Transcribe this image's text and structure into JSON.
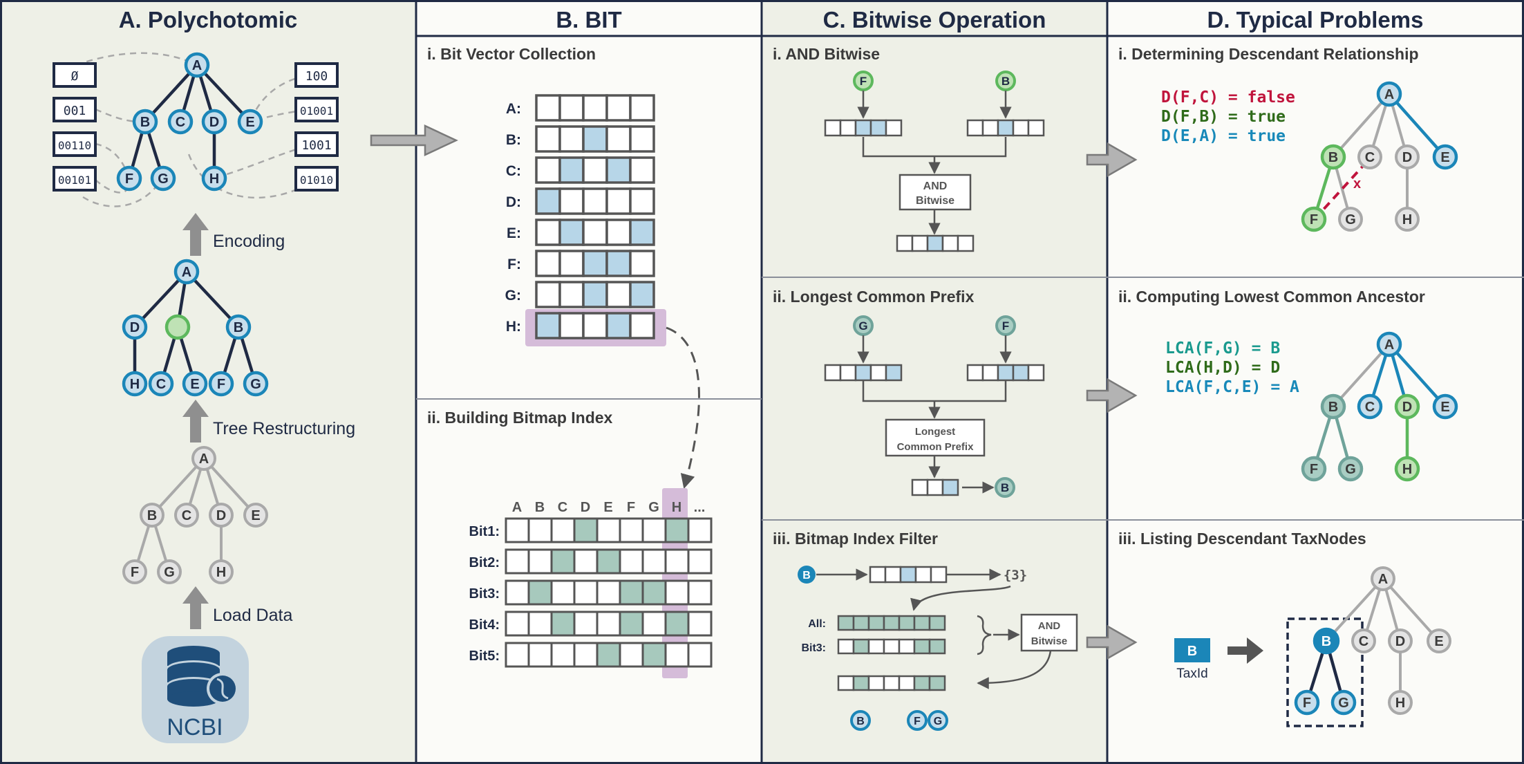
{
  "colors": {
    "panel_bg": "#eef0e7",
    "panel_white": "#fbfbf8",
    "border": "#1f2a44",
    "title": "#1f2a44",
    "blue": "#1b86b8",
    "blue_fill": "#c7deec",
    "green": "#5db85d",
    "green_fill": "#bfe2b5",
    "teal": "#6fa39a",
    "teal_fill": "#a9cdc3",
    "grey": "#a9a9a9",
    "grey_fill": "#e4e4e4",
    "bit_blue": "#b7d6e8",
    "bit_teal": "#a7c9bd",
    "purple": "#d5bcd9",
    "arrow": "#9a9a9a",
    "red": "#c0143c",
    "dark_green": "#2f6b1a",
    "cyan": "#1889b9",
    "teal_text": "#1a9a8e"
  },
  "panels": {
    "a": {
      "title": "A. Polychotomic",
      "encoding_label": "Encoding",
      "restructuring_label": "Tree Restructuring",
      "load_label": "Load Data",
      "ncbi_label": "NCBI",
      "codes_left": [
        "Ø",
        "001",
        "00110",
        "00101"
      ],
      "codes_right": [
        "100",
        "01001",
        "1001",
        "01010"
      ]
    },
    "b": {
      "title": "B. BIT",
      "sub1": "i. Bit Vector Collection",
      "sub2": "ii. Building Bitmap Index",
      "vectors": [
        {
          "label": "A:",
          "bits": [
            0,
            0,
            0,
            0,
            0
          ]
        },
        {
          "label": "B:",
          "bits": [
            0,
            0,
            1,
            0,
            0
          ]
        },
        {
          "label": "C:",
          "bits": [
            0,
            1,
            0,
            1,
            0
          ]
        },
        {
          "label": "D:",
          "bits": [
            1,
            0,
            0,
            0,
            0
          ]
        },
        {
          "label": "E:",
          "bits": [
            0,
            1,
            0,
            0,
            1
          ]
        },
        {
          "label": "F:",
          "bits": [
            0,
            0,
            1,
            1,
            0
          ]
        },
        {
          "label": "G:",
          "bits": [
            0,
            0,
            1,
            0,
            1
          ]
        },
        {
          "label": "H:",
          "bits": [
            1,
            0,
            0,
            1,
            0
          ]
        }
      ],
      "index_cols": [
        "A",
        "B",
        "C",
        "D",
        "E",
        "F",
        "G",
        "H",
        "..."
      ],
      "index_rows": [
        {
          "label": "Bit1:",
          "bits": [
            0,
            0,
            0,
            1,
            0,
            0,
            0,
            1,
            0
          ]
        },
        {
          "label": "Bit2:",
          "bits": [
            0,
            0,
            1,
            0,
            1,
            0,
            0,
            0,
            0
          ]
        },
        {
          "label": "Bit3:",
          "bits": [
            0,
            1,
            0,
            0,
            0,
            1,
            1,
            0,
            0
          ]
        },
        {
          "label": "Bit4:",
          "bits": [
            0,
            0,
            1,
            0,
            0,
            1,
            0,
            1,
            0
          ]
        },
        {
          "label": "Bit5:",
          "bits": [
            0,
            0,
            0,
            0,
            1,
            0,
            1,
            0,
            0
          ]
        }
      ]
    },
    "c": {
      "title": "C. Bitwise Operation",
      "sub1": "i. AND Bitwise",
      "sub2": "ii. Longest Common Prefix",
      "sub3": "iii. Bitmap Index Filter",
      "and_line1": "AND",
      "and_line2": "Bitwise",
      "lcp_line1": "Longest",
      "lcp_line2": "Common Prefix",
      "all_label": "All:",
      "bit3_label": "Bit3:",
      "set_label": "{3}"
    },
    "d": {
      "title": "D. Typical Problems",
      "sub1": "i. Determining Descendant Relationship",
      "sub2": "ii. Computing Lowest Common Ancestor",
      "sub3": "iii. Listing Descendant TaxNodes",
      "eq1": [
        "D(F,C) = false",
        "D(F,B) = true",
        "D(E,A) = true"
      ],
      "eq2": [
        "LCA(F,G) = B",
        "LCA(H,D) = D",
        "LCA(F,C,E) = A"
      ],
      "cross_mark": "x",
      "taxid_label": "TaxId",
      "taxid_node": "B"
    }
  }
}
